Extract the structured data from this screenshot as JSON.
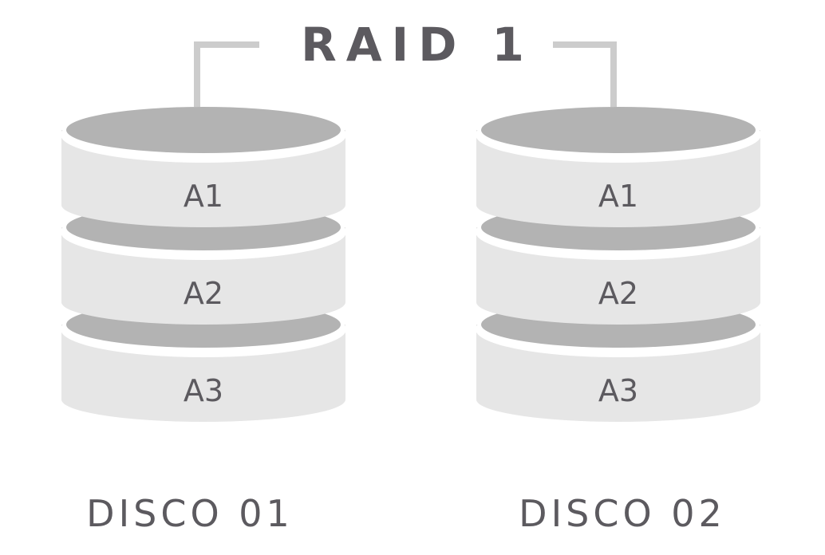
{
  "title": "RAID 1",
  "colors": {
    "text": "#5c5a5f",
    "connector": "#cccccc",
    "platter_top": "#b3b3b3",
    "platter_side": "#e6e6e6",
    "background": "#ffffff"
  },
  "disks": [
    {
      "label": "DISCO 01",
      "segments": [
        "A1",
        "A2",
        "A3"
      ]
    },
    {
      "label": "DISCO 02",
      "segments": [
        "A1",
        "A2",
        "A3"
      ]
    }
  ]
}
